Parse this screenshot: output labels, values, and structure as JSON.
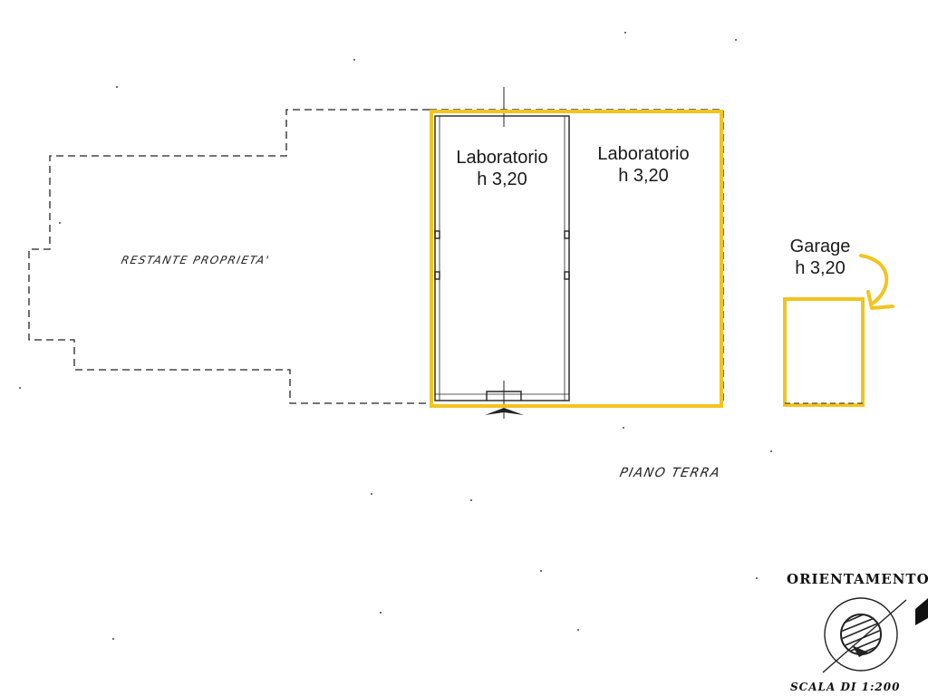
{
  "plan": {
    "rooms": [
      {
        "name": "Laboratorio",
        "height": "h 3,20"
      },
      {
        "name": "Laboratorio",
        "height": "h 3,20"
      },
      {
        "name": "Garage",
        "height": "h 3,20"
      }
    ],
    "remaining_property": "RESTANTE PROPRIETA'",
    "floor_label": "PIANO TERRA",
    "orientation_label": "ORIENTAMENTO",
    "scale_label": "SCALA DI 1:200"
  },
  "colors": {
    "highlight": "#f2c41f",
    "linework": "#222222",
    "background": "#ffffff"
  }
}
